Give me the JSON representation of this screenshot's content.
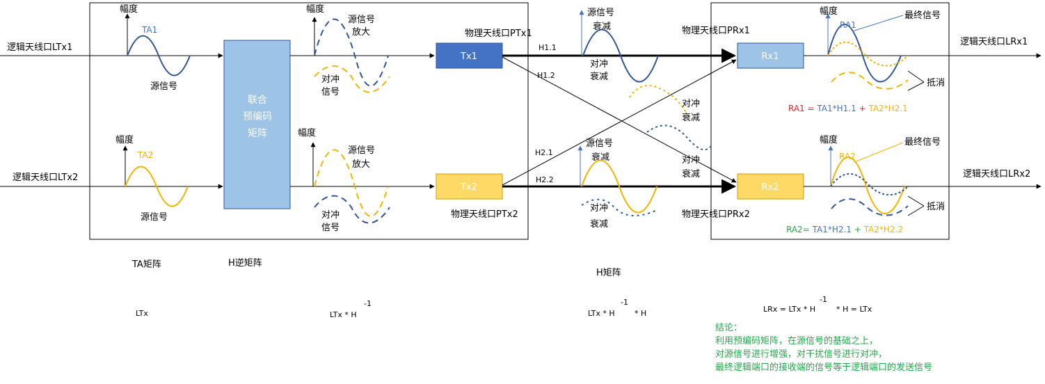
{
  "ports": {
    "ltx1": "逻辑天线口LTx1",
    "ltx2": "逻辑天线口LTx2",
    "lrx1": "逻辑天线口LRx1",
    "lrx2": "逻辑天线口LRx2",
    "ptx1": "物理天线口PTx1",
    "ptx2": "物理天线口PTx2",
    "prx1": "物理天线口PRx1",
    "prx2": "物理天线口PRx2"
  },
  "axis_label": "幅度",
  "signals": {
    "ta1": "TA1",
    "ta2": "TA2",
    "ra1": "RA1",
    "ra2": "RA2",
    "source": "源信号",
    "amp_1": "源信号",
    "amp_2": "放大",
    "cancel_1": "对冲",
    "cancel_2": "信号",
    "src_att_1": "源信号",
    "src_att_2": "衰减",
    "can_att_1": "对冲",
    "can_att_2": "衰减",
    "final": "最终信号",
    "cancel_out": "抵消"
  },
  "matrix_box": {
    "line1": "联合",
    "line2": "预编码",
    "line3": "矩阵"
  },
  "blocks": {
    "tx1": "Tx1",
    "tx2": "Tx2",
    "rx1": "Rx1",
    "rx2": "Rx2"
  },
  "paths": {
    "h11": "H1.1",
    "h12": "H1.2",
    "h21": "H2.1",
    "h22": "H2.2"
  },
  "equations": {
    "ra1": {
      "lhs": "RA1 = ",
      "t1": "TA1*H1.1",
      "plus": " + ",
      "t2": "TA2*H2.1"
    },
    "ra2": {
      "lhs": "RA2= ",
      "t1": "TA1*H2.1",
      "plus": " + ",
      "t2": "TA2*H2.2"
    }
  },
  "bottom": {
    "ta_matrix": "TA矩阵",
    "h_inv": "H逆矩阵",
    "h_matrix": "H矩阵",
    "ltx": "LTx",
    "ltx_hinv": "LTx * H",
    "ltx_hinv_h": "LTx * H",
    "times_h": "*  H",
    "lrx_lhs": "LRx = LTx * H",
    "lrx_rhs": "*   H   = LTx",
    "sup": "-1"
  },
  "conclusion": [
    "结论：",
    "利用预编码矩阵，在源信号的基础之上，",
    "对源信号进行增强，对干扰信号进行对冲，",
    "最终逻辑端口的接收端的信号等于逻辑端口的发送信号"
  ],
  "colors": {
    "blue": "#4472c4",
    "yellow": "#f0b400",
    "tx1_fill": "#4472c4",
    "tx2_fill": "#ffd966",
    "rx1_fill": "#9dc3e6",
    "rx2_fill": "#ffd966",
    "matrix_fill": "#9dc3e6",
    "red": "#e02020",
    "green": "#22a84a"
  }
}
